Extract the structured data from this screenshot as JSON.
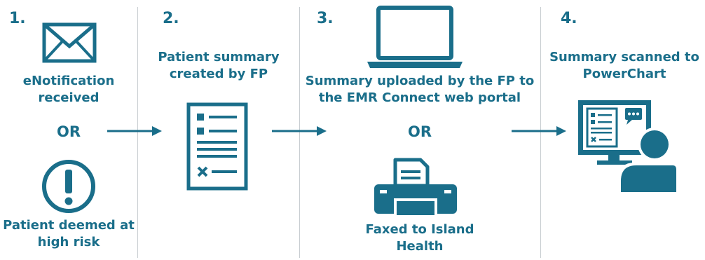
{
  "colors": {
    "primary": "#1a6e8a",
    "divider": "#c8cdd1"
  },
  "steps": [
    {
      "number": "1.",
      "label_a": [
        "eNotification",
        "received"
      ],
      "or": "OR",
      "label_b": [
        "Patient deemed at",
        "high risk"
      ],
      "icons": [
        "envelope-icon",
        "exclamation-circle-icon"
      ]
    },
    {
      "number": "2.",
      "label": [
        "Patient summary",
        "created by FP"
      ],
      "icons": [
        "document-icon"
      ]
    },
    {
      "number": "3.",
      "label_a": [
        "Summary uploaded by the FP to",
        "the EMR Connect web portal"
      ],
      "or": "OR",
      "label_b": [
        "Faxed to Island",
        "Health"
      ],
      "icons": [
        "laptop-icon",
        "fax-machine-icon"
      ]
    },
    {
      "number": "4.",
      "label": [
        "Summary scanned to",
        "PowerChart"
      ],
      "icons": [
        "monitor-user-icon"
      ]
    }
  ]
}
